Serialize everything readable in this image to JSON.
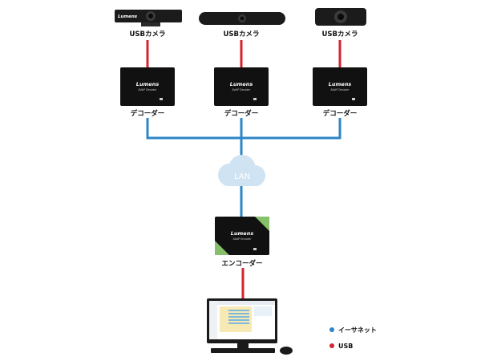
{
  "cameras": [
    {
      "label": "USBカメラ",
      "brand": "Lumens"
    },
    {
      "label": "USBカメラ"
    },
    {
      "label": "USBカメラ"
    }
  ],
  "decoders": [
    {
      "label": "デコーダー",
      "brand": "Lumens",
      "model": "AVoIP Decoder"
    },
    {
      "label": "デコーダー",
      "brand": "Lumens",
      "model": "AVoIP Decoder"
    },
    {
      "label": "デコーダー",
      "brand": "Lumens",
      "model": "AVoIP Decoder"
    }
  ],
  "network": {
    "label": "LAN"
  },
  "encoder": {
    "label": "エンコーダー",
    "brand": "Lumens",
    "model": "AVoIP Encoder"
  },
  "legend": [
    {
      "label": "イーサネット",
      "color": "#2d86c7"
    },
    {
      "label": "USB",
      "color": "#d6232f"
    }
  ],
  "colors": {
    "ethernet": "#2d86c7",
    "usb": "#d6232f",
    "cloud": "#cfe3f3",
    "device": "#111111",
    "accent": "#86c06a"
  }
}
